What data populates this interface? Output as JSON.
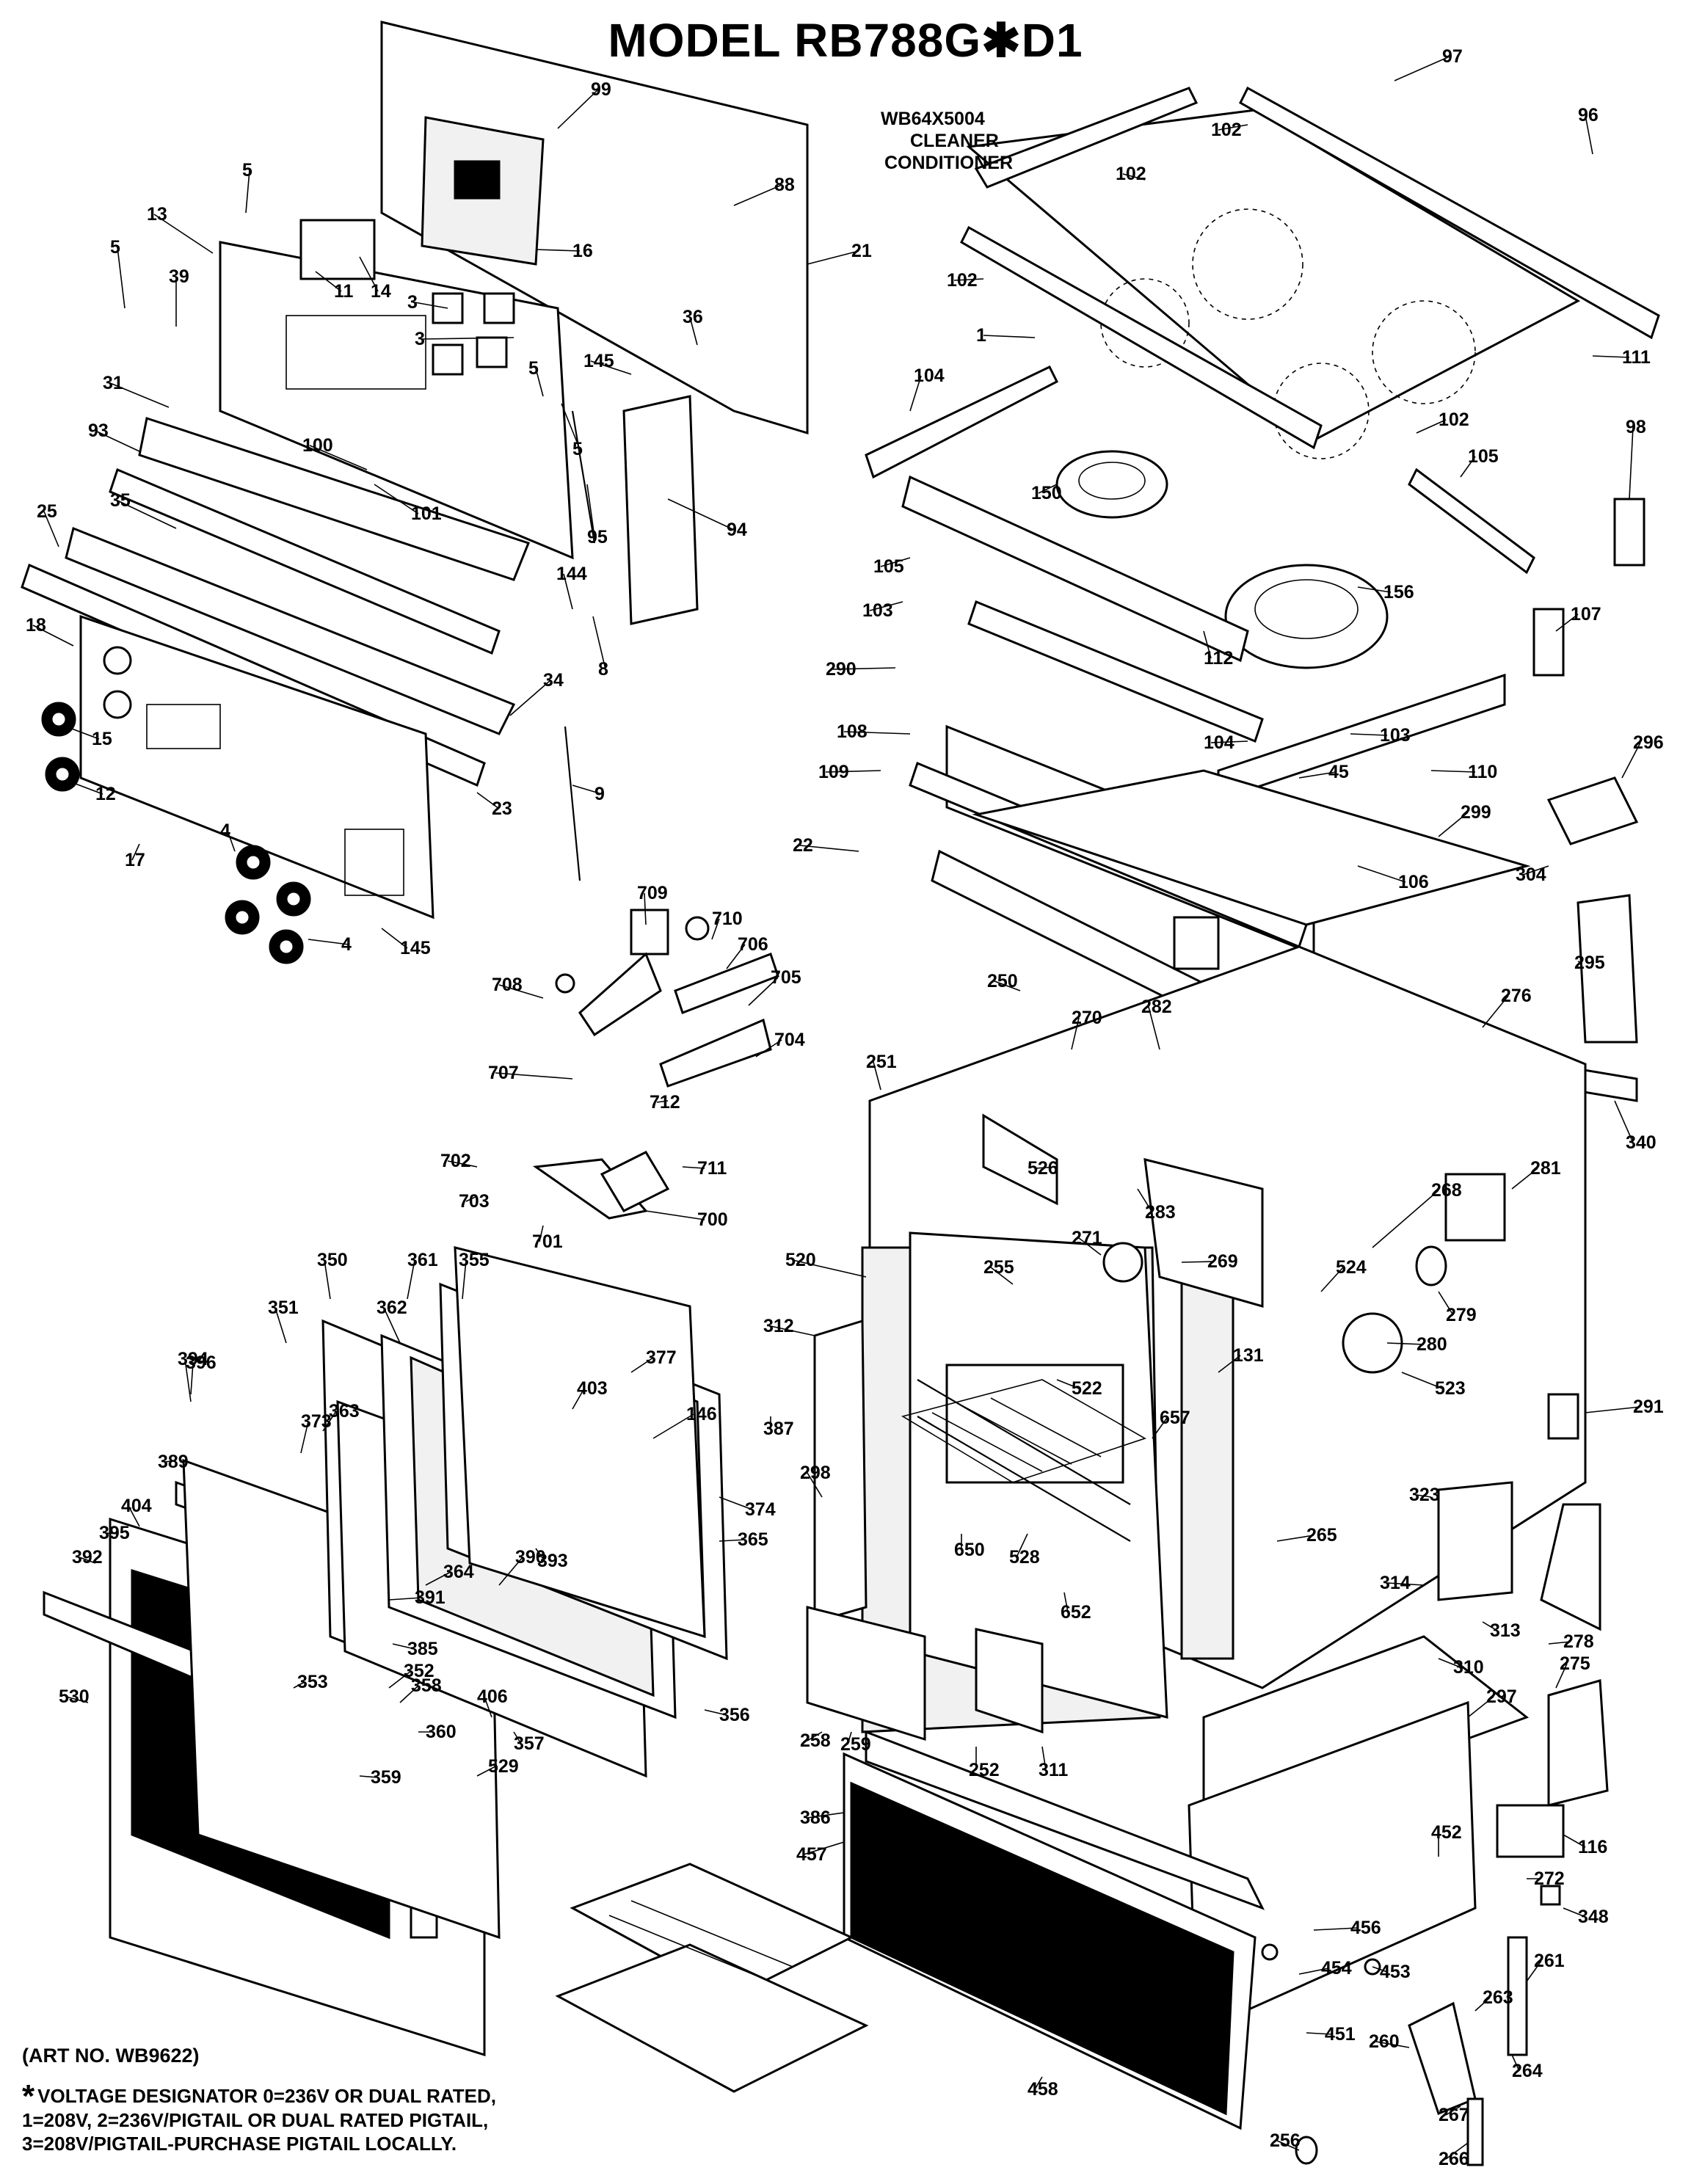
{
  "title": "MODEL RB788G✱D1",
  "cleaner_note": [
    "WB64X5004",
    "CLEANER",
    "CONDITIONER"
  ],
  "art_no": "(ART NO. WB9622)",
  "footnote": {
    "star": "*",
    "lines": [
      "VOLTAGE DESIGNATOR 0=236V OR DUAL RATED,",
      "1=208V, 2=236V/PIGTAIL OR DUAL RATED PIGTAIL,",
      "3=208V/PIGTAIL-PURCHASE PIGTAIL LOCALLY."
    ]
  },
  "part_labels": [
    "99",
    "5",
    "88",
    "13",
    "16",
    "21",
    "5",
    "11",
    "14",
    "39",
    "3",
    "3",
    "36",
    "145",
    "5",
    "31",
    "5",
    "93",
    "100",
    "101",
    "94",
    "95",
    "35",
    "25",
    "144",
    "18",
    "8",
    "34",
    "15",
    "12",
    "23",
    "9",
    "4",
    "17",
    "4",
    "145",
    "97",
    "102",
    "96",
    "102",
    "102",
    "111",
    "1",
    "104",
    "102",
    "105",
    "98",
    "150",
    "156",
    "105",
    "103",
    "112",
    "107",
    "290",
    "104",
    "103",
    "108",
    "45",
    "110",
    "109",
    "296",
    "22",
    "106",
    "299",
    "304",
    "295",
    "250",
    "270",
    "276",
    "282",
    "251",
    "340",
    "526",
    "283",
    "268",
    "281",
    "271",
    "269",
    "520",
    "255",
    "524",
    "279",
    "312",
    "131",
    "280",
    "523",
    "522",
    "657",
    "291",
    "298",
    "650",
    "528",
    "265",
    "323",
    "652",
    "314",
    "313",
    "278",
    "310",
    "297",
    "258",
    "259",
    "252",
    "311",
    "275",
    "386",
    "457",
    "452",
    "116",
    "272",
    "348",
    "456",
    "261",
    "454",
    "453",
    "263",
    "451",
    "260",
    "264",
    "458",
    "256",
    "267",
    "266",
    "709",
    "710",
    "708",
    "706",
    "705",
    "704",
    "707",
    "712",
    "702",
    "711",
    "703",
    "700",
    "701",
    "350",
    "361",
    "355",
    "351",
    "362",
    "377",
    "396",
    "394",
    "403",
    "373",
    "363",
    "146",
    "387",
    "389",
    "404",
    "374",
    "395",
    "365",
    "393",
    "392",
    "364",
    "391",
    "390",
    "385",
    "352",
    "358",
    "353",
    "356",
    "360",
    "406",
    "357",
    "530",
    "359",
    "529"
  ]
}
